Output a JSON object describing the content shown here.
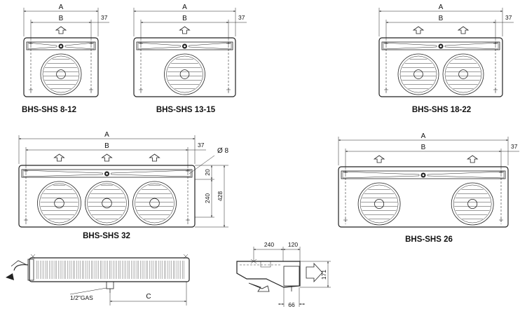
{
  "units": {
    "u8_12": {
      "title": "BHS-SHS 8-12",
      "dim_a": "A",
      "dim_b": "B",
      "dim_side": "37"
    },
    "u13_15": {
      "title": "BHS-SHS 13-15",
      "dim_a": "A",
      "dim_b": "B",
      "dim_side": "37"
    },
    "u18_22": {
      "title": "BHS-SHS 18-22",
      "dim_a": "A",
      "dim_b": "B",
      "dim_side": "37"
    },
    "u32": {
      "title": "BHS-SHS 32",
      "dim_a": "A",
      "dim_b": "B",
      "dim_side": "37",
      "hole": "Ø 8",
      "h_top": "20",
      "h_mid": "240",
      "h_total": "428"
    },
    "u26": {
      "title": "BHS-SHS 26",
      "dim_a": "A",
      "dim_b": "B",
      "dim_side": "37"
    }
  },
  "bottom_side": {
    "gas_label": "1/2\"GAS",
    "dim_c": "C"
  },
  "bottom_section": {
    "d240": "240",
    "d120": "120",
    "d171": "171",
    "d66": "66"
  }
}
